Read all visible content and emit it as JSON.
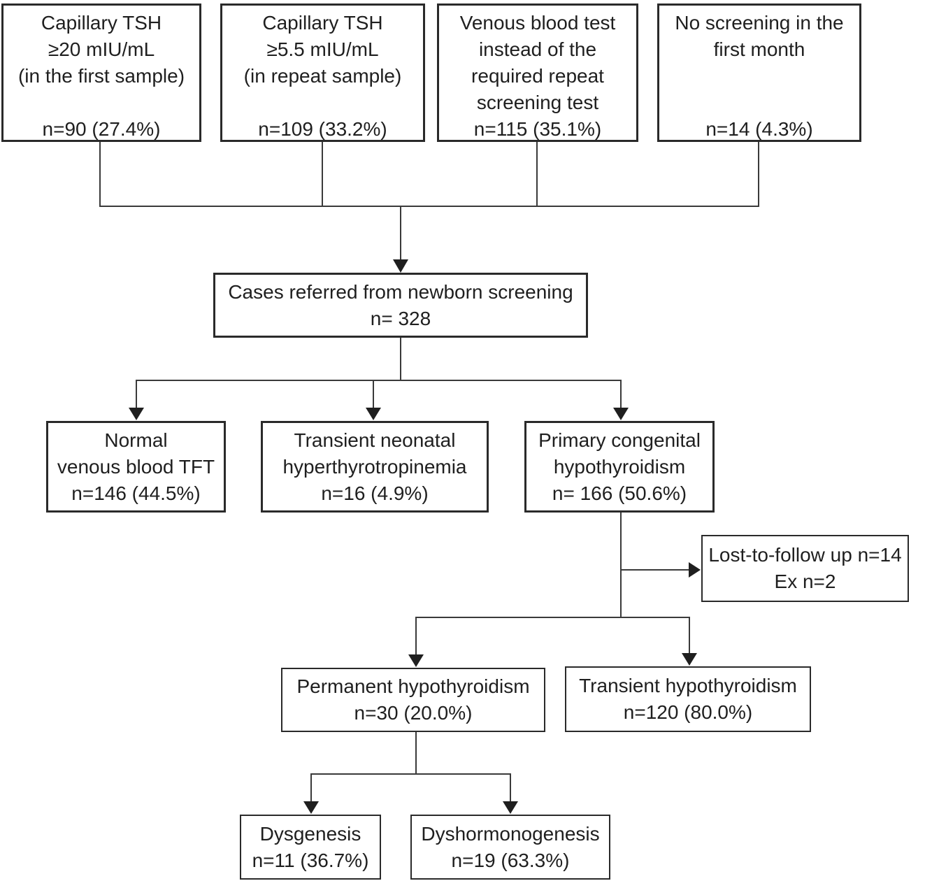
{
  "figure": {
    "type": "flowchart",
    "background": "#ffffff"
  },
  "colors": {
    "border": "#2a2a2a",
    "line": "#3a3a3a",
    "text": "#1f1f1f",
    "bg": "#ffffff"
  },
  "nodes": {
    "capillary_first": {
      "lines": [
        "Capillary TSH",
        "≥20 mIU/mL",
        "(in the first sample)"
      ],
      "count": "n=90 (27.4%)"
    },
    "capillary_repeat": {
      "lines": [
        "Capillary TSH",
        "≥5.5 mIU/mL",
        "(in repeat sample)"
      ],
      "count": "n=109 (33.2%)"
    },
    "venous_blood": {
      "lines": [
        "Venous blood test",
        "instead of the",
        "required repeat",
        "screening test"
      ],
      "count": "n=115 (35.1%)"
    },
    "no_screening": {
      "lines": [
        "No screening in the",
        "first month"
      ],
      "count": "n=14 (4.3%)"
    },
    "cases_referred": {
      "lines": [
        "Cases referred from newborn screening"
      ],
      "count": "n= 328"
    },
    "normal_tft": {
      "lines": [
        "Normal",
        "venous blood TFT"
      ],
      "count": "n=146 (44.5%)"
    },
    "transient_neonatal": {
      "lines": [
        "Transient neonatal",
        "hyperthyrotropinemia"
      ],
      "count": "n=16 (4.9%)"
    },
    "primary_ch": {
      "lines": [
        "Primary congenital",
        "hypothyroidism"
      ],
      "count": "n= 166 (50.6%)"
    },
    "lost_followup": {
      "lines": [
        "Lost-to-follow up n=14",
        "Ex n=2"
      ]
    },
    "permanent": {
      "lines": [
        "Permanent hypothyroidism"
      ],
      "count": "n=30 (20.0%)"
    },
    "transient": {
      "lines": [
        "Transient hypothyroidism"
      ],
      "count": "n=120 (80.0%)"
    },
    "dysgenesis": {
      "lines": [
        "Dysgenesis"
      ],
      "count": "n=11 (36.7%)"
    },
    "dyshormonogenesis": {
      "lines": [
        "Dyshormonogenesis"
      ],
      "count": "n=19 (63.3%)"
    }
  }
}
